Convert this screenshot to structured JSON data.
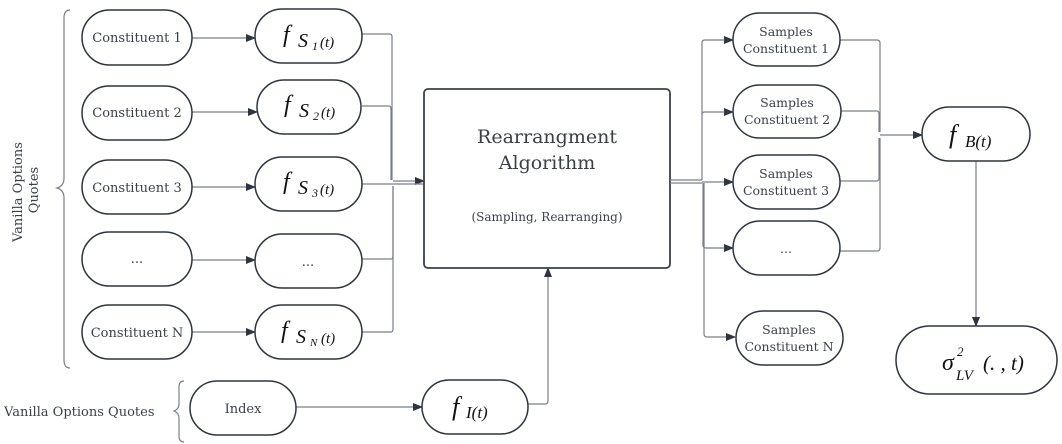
{
  "diagram": {
    "left_group_label_line1": "Vanilla Options",
    "left_group_label_line2": "Quotes",
    "index_group_label": "Vanilla Options Quotes",
    "constituents": [
      {
        "label": "Constituent 1",
        "density_f": "f",
        "density_sub": "S",
        "density_idx": "1",
        "density_arg": "(t)"
      },
      {
        "label": "Constituent 2",
        "density_f": "f",
        "density_sub": "S",
        "density_idx": "2",
        "density_arg": "(t)"
      },
      {
        "label": "Constituent 3",
        "density_f": "f",
        "density_sub": "S",
        "density_idx": "3",
        "density_arg": "(t)"
      },
      {
        "label": "...",
        "density_ellipsis": "..."
      },
      {
        "label": "Constituent N",
        "density_f": "f",
        "density_sub": "S",
        "density_idx": "N",
        "density_arg": "(t)"
      }
    ],
    "algorithm": {
      "title_line1": "Rearrangment",
      "title_line2": "Algorithm",
      "subtitle": "(Sampling, Rearranging)"
    },
    "samples": [
      {
        "line1": "Samples",
        "line2": "Constituent 1"
      },
      {
        "line1": "Samples",
        "line2": "Constituent 2"
      },
      {
        "line1": "Samples",
        "line2": "Constituent 3"
      },
      {
        "line1": "...",
        "line2": ""
      },
      {
        "line1": "Samples",
        "line2": "Constituent N"
      }
    ],
    "index": {
      "label": "Index",
      "density_f": "f",
      "density_sub": "I(t)"
    },
    "basket": {
      "density_f": "f",
      "density_sub": "B(t)"
    },
    "local_vol": {
      "symbol": "σ",
      "sup": "2",
      "sub": "LV",
      "args": "(. , t)"
    }
  }
}
